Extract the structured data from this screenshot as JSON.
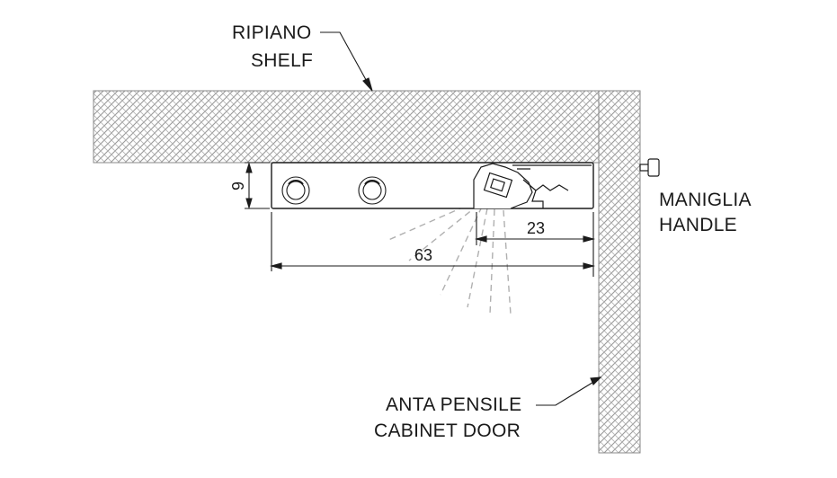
{
  "labels": {
    "shelf_it": "RIPIANO",
    "shelf_en": "SHELF",
    "handle_it": "MANIGLIA",
    "handle_en": "HANDLE",
    "door_it": "ANTA PENSILE",
    "door_en": "CABINET DOOR"
  },
  "dimensions": {
    "height": "9",
    "offset": "23",
    "length": "63"
  },
  "colors": {
    "line": "#1a1a1a",
    "hatch": "#9a9a9a",
    "light_rays": "#b0b0b0"
  }
}
